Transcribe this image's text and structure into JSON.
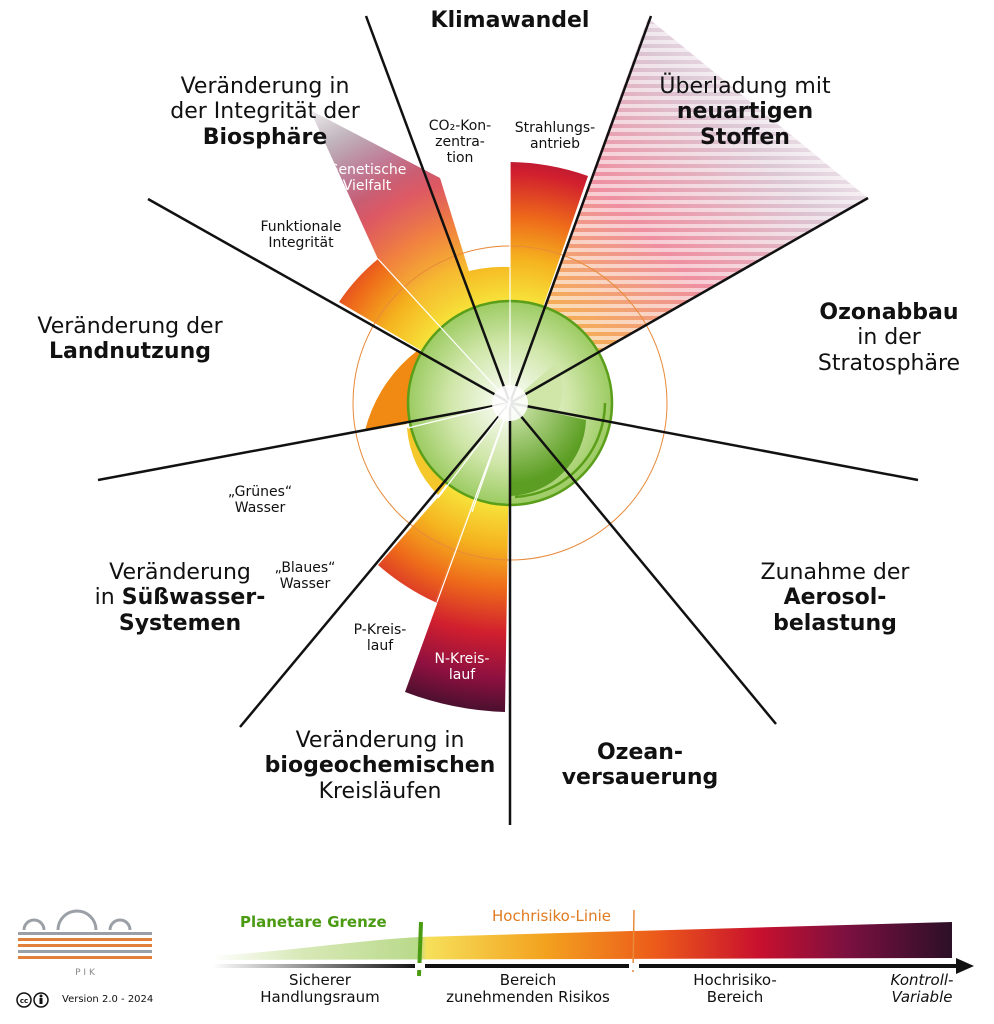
{
  "title": "Klimawandel",
  "boundaries": {
    "biosphaere": {
      "line1": "Veränderung in",
      "line2": "der Integrität der",
      "line3": "Biosphäre"
    },
    "neuartige": {
      "line1": "Überladung mit",
      "line2": "neuartigen",
      "line3": "Stoffen"
    },
    "ozon": {
      "line1": "Ozonabbau",
      "line2": "in der",
      "line3": "Stratosphäre"
    },
    "landnutzung": {
      "line1": "Veränderung der",
      "line2": "Landnutzung"
    },
    "aerosol": {
      "line1": "Zunahme der",
      "line2": "Aerosol-",
      "line3": "belastung"
    },
    "suesswasser": {
      "line1": "Veränderung",
      "line2a": "in",
      "line2b": "Süßwasser-",
      "line3": "Systemen"
    },
    "ozean": {
      "line1": "Ozean-",
      "line2": "versauerung"
    },
    "biogeo": {
      "line1": "Veränderung in",
      "line2": "biogeochemischen",
      "line3": "Kreisläufen"
    }
  },
  "sublabels": {
    "co2": {
      "line1": "CO₂-Kon-",
      "line2": "zentra-",
      "line3": "tion"
    },
    "strahlung": {
      "line1": "Strahlungs-",
      "line2": "antrieb"
    },
    "genetisch": {
      "line1": "Genetische",
      "line2": "Vielfalt"
    },
    "funktional": {
      "line1": "Funktionale",
      "line2": "Integrität"
    },
    "gruen": {
      "line1": "„Grünes“",
      "line2": "Wasser"
    },
    "blau": {
      "line1": "„Blaues“",
      "line2": "Wasser"
    },
    "pkreis": {
      "line1": "P-Kreis-",
      "line2": "lauf"
    },
    "nkreis": {
      "line1": "N-Kreis-",
      "line2": "lauf"
    }
  },
  "legend": {
    "planetare_grenze": "Planetare Grenze",
    "hochrisiko_linie": "Hochrisiko-Linie",
    "sicher": {
      "line1": "Sicherer",
      "line2": "Handlungsraum"
    },
    "bereich": {
      "line1": "Bereich",
      "line2": "zunehmenden Risikos"
    },
    "hochrisiko": {
      "line1": "Hochrisiko-",
      "line2": "Bereich"
    },
    "kontroll": {
      "line1": "Kontroll-",
      "line2": "Variable"
    }
  },
  "footer": {
    "logo_text": "P I K",
    "cc": "cc",
    "version": "Version 2.0 - 2024"
  },
  "colors": {
    "safe_green": "#6aa326",
    "boundary_green": "#5a9e1a",
    "high_risk_orange": "#e88a3a",
    "risk_yellow": "#f5d32a",
    "risk_orange": "#ee7a1c",
    "risk_red": "#c8102e",
    "risk_purple": "#3a0f2e"
  }
}
